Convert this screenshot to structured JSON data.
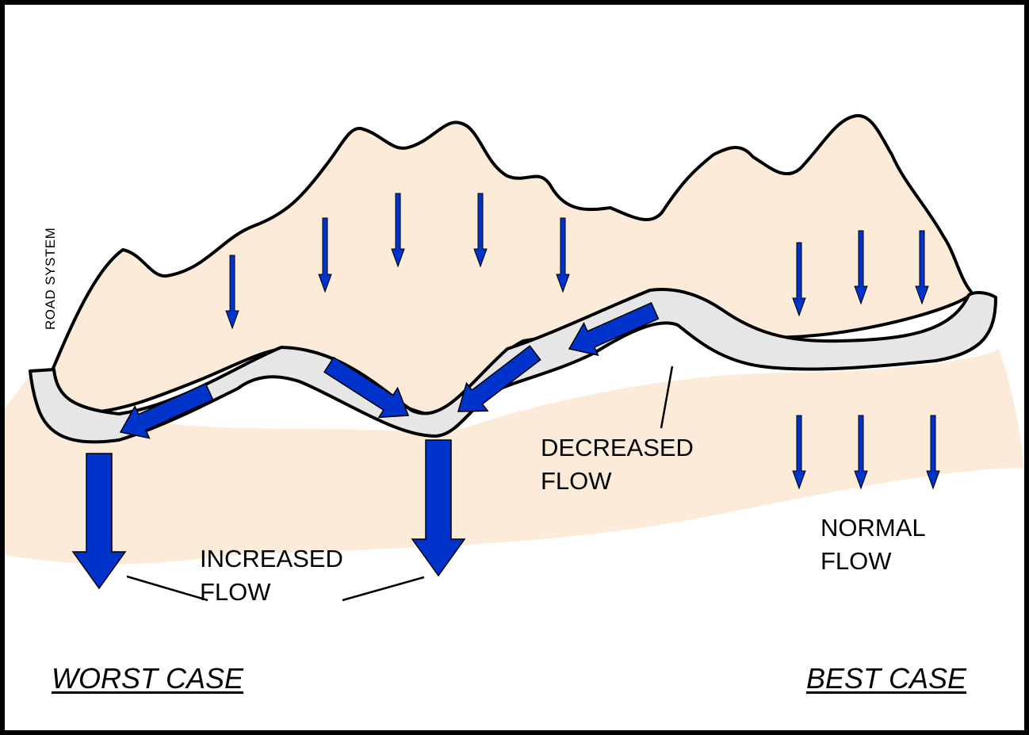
{
  "colors": {
    "terrain": "#fdebd9",
    "road": "#e6e6e6",
    "outline": "#000000",
    "arrow": "#0033cc"
  },
  "labels": {
    "road_system": "ROAD SYSTEM",
    "decreased_1": "DECREASED",
    "decreased_2": "FLOW",
    "increased_1": "INCREASED",
    "increased_2": "FLOW",
    "normal_1": "NORMAL",
    "normal_2": "FLOW",
    "worst_case": "WORST CASE",
    "best_case": "BEST CASE"
  },
  "icons": {
    "thin_arrow": "down-arrow-icon",
    "thick_arrow": "thick-arrow-icon"
  }
}
